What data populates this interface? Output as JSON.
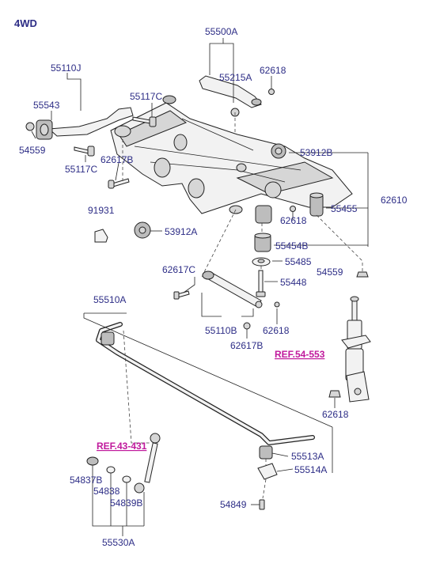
{
  "title": "4WD",
  "references": {
    "strut": "REF.54-553",
    "link": "REF.43-431"
  },
  "part_labels": [
    "55500A",
    "55215A",
    "62618",
    "55110J",
    "55543",
    "55117C",
    "54559",
    "55117C",
    "62617B",
    "53912B",
    "62610",
    "91931",
    "62618",
    "55455",
    "53912A",
    "55454B",
    "55485",
    "62617C",
    "54559",
    "55448",
    "55510A",
    "55110B",
    "62618",
    "62617B",
    "62618",
    "55513A",
    "55514A",
    "54837B",
    "54838",
    "54839B",
    "54849",
    "55530A"
  ],
  "colors": {
    "label": "#2d2d86",
    "reference": "#c0199c",
    "line": "#222222"
  }
}
